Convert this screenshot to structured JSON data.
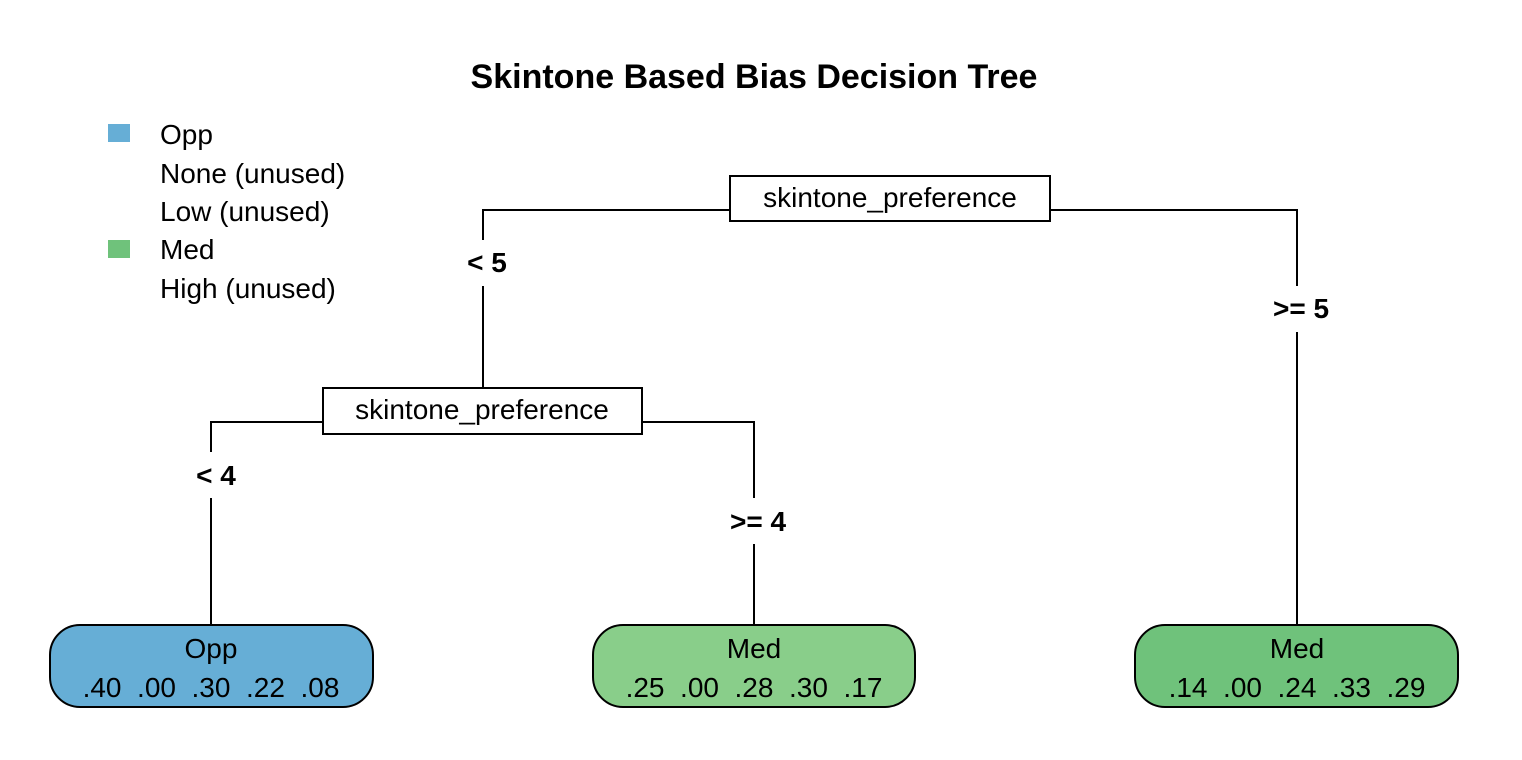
{
  "title": "Skintone Based Bias Decision Tree",
  "legend": [
    {
      "label": "Opp",
      "color": "#66aed6"
    },
    {
      "label": "None (unused)",
      "color": null
    },
    {
      "label": "Low (unused)",
      "color": null
    },
    {
      "label": "Med",
      "color": "#6fc27b"
    },
    {
      "label": "High (unused)",
      "color": null
    }
  ],
  "splits": {
    "root": {
      "label": "skintone_preference",
      "left": "< 5",
      "right": ">= 5"
    },
    "child": {
      "label": "skintone_preference",
      "left": "< 4",
      "right": ">= 4"
    }
  },
  "leaves": [
    {
      "class": "Opp",
      "probs": ".40  .00  .30  .22  .08",
      "color": "#66aed6"
    },
    {
      "class": "Med",
      "probs": ".25  .00  .28  .30  .17",
      "color": "#89ce8a"
    },
    {
      "class": "Med",
      "probs": ".14  .00  .24  .33  .29",
      "color": "#6fc27b"
    }
  ]
}
